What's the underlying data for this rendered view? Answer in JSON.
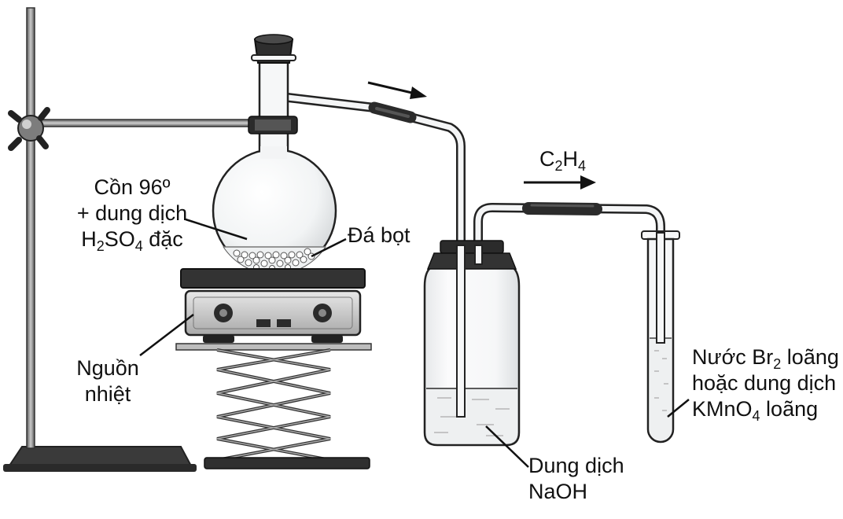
{
  "labels": {
    "flask_contents": {
      "line1": "Cồn 96º",
      "line2": "+ dung dịch",
      "line3": {
        "part1": "H",
        "sub1": "2",
        "part2": "SO",
        "sub2": "4",
        "part3": " đặc"
      }
    },
    "boiling_chips": "Đá bọt",
    "heat_source": {
      "line1": "Nguồn",
      "line2": "nhiệt"
    },
    "gas": {
      "part1": "C",
      "sub1": "2",
      "part2": "H",
      "sub2": "4"
    },
    "naoh_solution": {
      "line1": "Dung dịch",
      "line2": "NaOH"
    },
    "test_tube_reagent": {
      "line1": {
        "part1": "Nước Br",
        "sub1": "2",
        "part2": " loãng"
      },
      "line2": "hoặc dung dịch",
      "line3": {
        "part1": "KMnO",
        "sub1": "4",
        "part2": " loãng"
      }
    }
  },
  "colors": {
    "outline": "#222222",
    "rubber": "#2b2b2b",
    "liquid": "#eef0f1",
    "glass": "#f7f8f9",
    "metal": "#6b6b6b"
  }
}
